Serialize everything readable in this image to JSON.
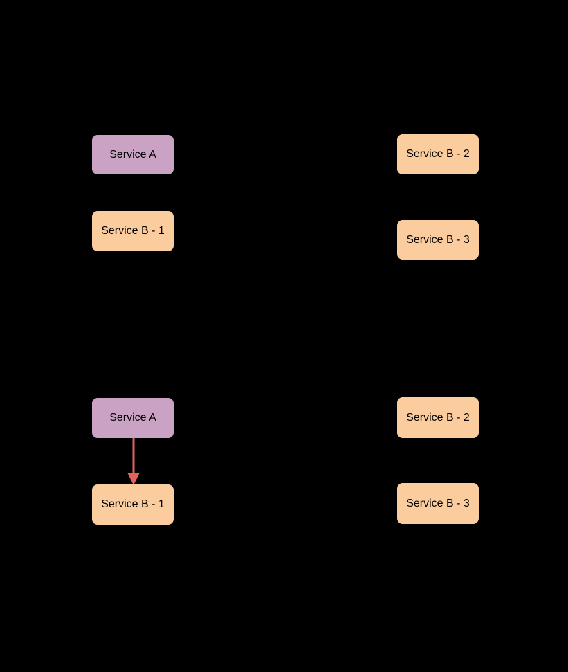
{
  "background": "#000000",
  "colors": {
    "service_a_fill": "#C9A2C4",
    "service_b_fill": "#FBCC9D",
    "arrow": "#E2625D",
    "node_text": "#000000"
  },
  "groups": [
    {
      "id": "top",
      "nodes": {
        "service_a": {
          "label": "Service A"
        },
        "service_b_1": {
          "label": "Service B - 1"
        },
        "service_b_2": {
          "label": "Service B - 2"
        },
        "service_b_3": {
          "label": "Service B - 3"
        }
      },
      "edges": []
    },
    {
      "id": "bottom",
      "nodes": {
        "service_a": {
          "label": "Service A"
        },
        "service_b_1": {
          "label": "Service B - 1"
        },
        "service_b_2": {
          "label": "Service B - 2"
        },
        "service_b_3": {
          "label": "Service B - 3"
        }
      },
      "edges": [
        {
          "from": "Service A",
          "to": "Service B - 1",
          "color": "#E2625D"
        }
      ]
    }
  ]
}
